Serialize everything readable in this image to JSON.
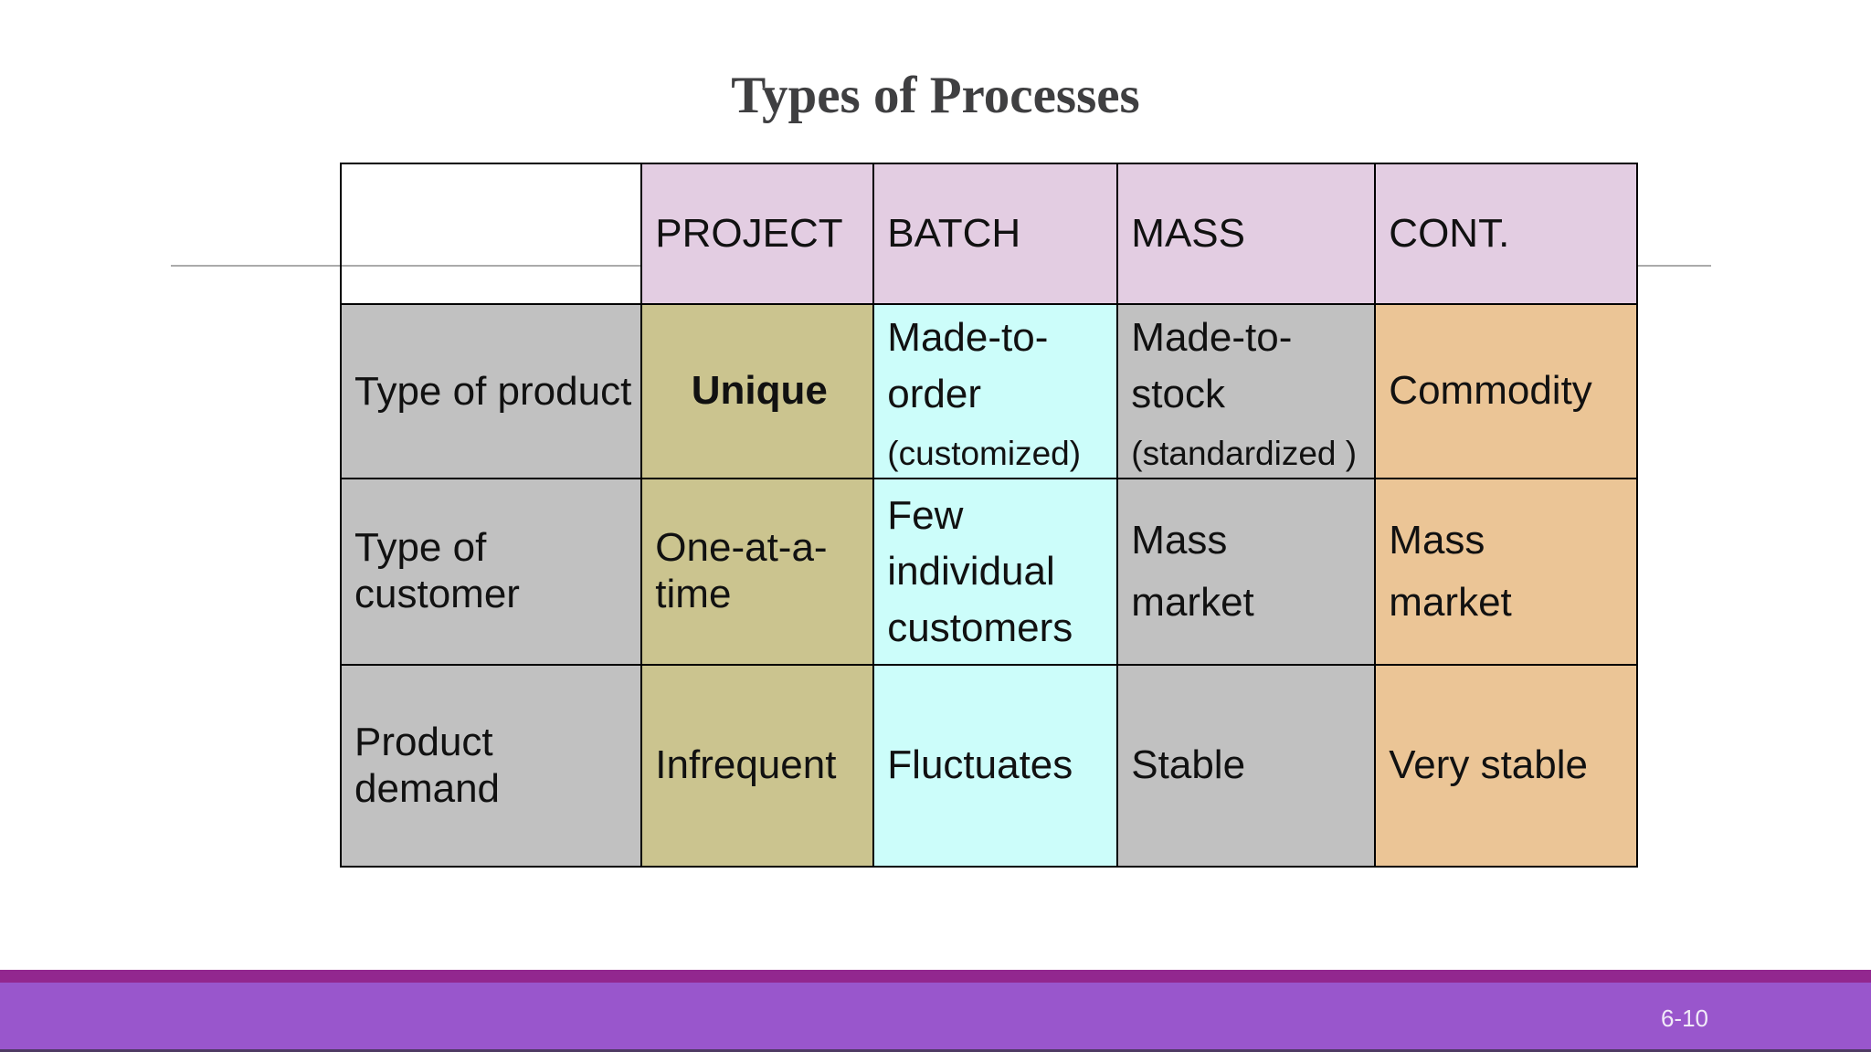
{
  "slide": {
    "title": "Types of Processes",
    "page_number": "6-10"
  },
  "colors": {
    "title_color": "#3f3f41",
    "divider_line": "#ababab",
    "header_bg": "#e3cde2",
    "label_bg": "#c1c1c1",
    "project_bg": "#cbc48f",
    "batch_bg": "#ccfdfa",
    "mass_bg": "#c1c1c1",
    "cont_bg": "#ebc596",
    "footer_stripe": "#92278f",
    "footer_bar": "#9956cc"
  },
  "table": {
    "column_headers": [
      "PROJECT",
      "BATCH",
      "MASS",
      "CONT."
    ],
    "rows": [
      {
        "label": "Type of product",
        "cells": [
          {
            "main": "Unique"
          },
          {
            "main": "Made-to-\norder",
            "sub": "(customized)"
          },
          {
            "main": "Made-to-\nstock",
            "sub": "(standardized )"
          },
          {
            "main": "Commodity"
          }
        ]
      },
      {
        "label": "Type of\ncustomer",
        "cells": [
          {
            "main": "One-at-a-\ntime"
          },
          {
            "main": "Few\nindividual\ncustomers"
          },
          {
            "main": "Mass\nmarket"
          },
          {
            "main": "Mass\nmarket"
          }
        ]
      },
      {
        "label": "Product\ndemand",
        "cells": [
          {
            "main": "Infrequent"
          },
          {
            "main": "Fluctuates"
          },
          {
            "main": "Stable"
          },
          {
            "main": "Very stable"
          }
        ]
      }
    ]
  }
}
